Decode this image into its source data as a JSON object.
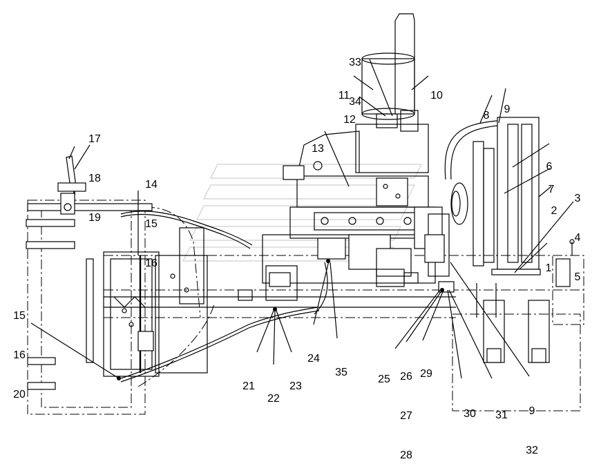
{
  "callouts": [
    {
      "id": "c1",
      "lines": [
        "1"
      ]
    },
    {
      "id": "c2",
      "lines": [
        "2"
      ]
    },
    {
      "id": "c3",
      "lines": [
        "3",
        "4",
        "5"
      ]
    },
    {
      "id": "c6",
      "lines": [
        "6"
      ]
    },
    {
      "id": "c7",
      "lines": [
        "7"
      ]
    },
    {
      "id": "c8",
      "lines": [
        "8"
      ]
    },
    {
      "id": "c9",
      "lines": [
        "9"
      ]
    },
    {
      "id": "c10",
      "lines": [
        "10"
      ]
    },
    {
      "id": "c11",
      "lines": [
        "11"
      ]
    },
    {
      "id": "c12",
      "lines": [
        "12"
      ]
    },
    {
      "id": "c13",
      "lines": [
        "13"
      ]
    },
    {
      "id": "c14",
      "lines": [
        "14",
        "15",
        "16"
      ]
    },
    {
      "id": "c15",
      "lines": [
        "15",
        "16",
        "20"
      ]
    },
    {
      "id": "c17",
      "lines": [
        "17",
        "18",
        "19"
      ]
    },
    {
      "id": "c21",
      "lines": [
        "21"
      ]
    },
    {
      "id": "c22",
      "lines": [
        "22"
      ]
    },
    {
      "id": "c23",
      "lines": [
        "23"
      ]
    },
    {
      "id": "c24",
      "lines": [
        "24"
      ]
    },
    {
      "id": "c25",
      "lines": [
        "25"
      ]
    },
    {
      "id": "c26",
      "lines": [
        "26",
        "27",
        "28"
      ]
    },
    {
      "id": "c29",
      "lines": [
        "29"
      ]
    },
    {
      "id": "c30",
      "lines": [
        "30"
      ]
    },
    {
      "id": "c31",
      "lines": [
        "31"
      ]
    },
    {
      "id": "c33",
      "lines": [
        "33",
        "34"
      ]
    },
    {
      "id": "c35",
      "lines": [
        "35"
      ]
    },
    {
      "id": "c9b",
      "lines": [
        "9",
        "32"
      ]
    }
  ]
}
